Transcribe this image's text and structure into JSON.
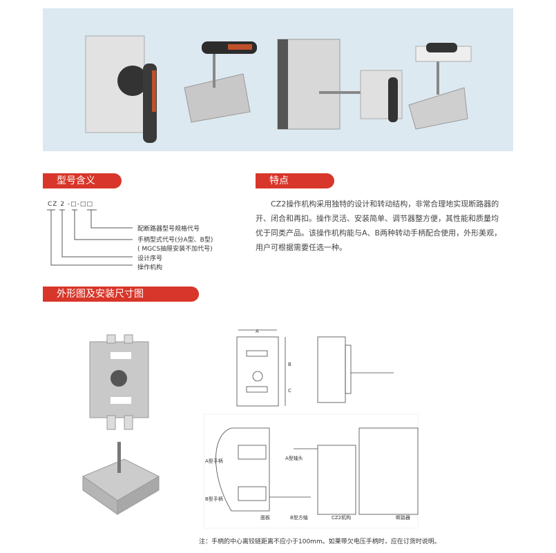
{
  "sections": {
    "model_title": "型号含义",
    "features_title": "特点",
    "drawing_title": "外形图及安装尺寸图"
  },
  "model": {
    "code_cz": "CZ",
    "code_2": "2",
    "code_rest": "-□-□□",
    "items": [
      "配断路器型号规格代号",
      "手柄型式代号(分A型、B型)",
      "( MGCS抽屉安装不加代号)",
      "设计序号",
      "操作机构"
    ]
  },
  "features": {
    "text": "CZ2操作机构采用独特的设计和转动结构，非常合理地实现断路器的开、闭合和再扣。操作灵活、安装简单、调节器整方便，其性能和质量均优于同类产品。该操作机构能与A、B两种转动手柄配合使用，外形美观，用户可根据需要任选一种。"
  },
  "drawing": {
    "dims": [
      "A",
      "B",
      "C"
    ],
    "labels": [
      "A型手柄",
      "A型轴头",
      "B型手柄",
      "面板",
      "B型方轴",
      "CZ2机构",
      "断路器"
    ]
  },
  "note": "注：手柄的中心离铰链距离不应小于100mm。如果带欠电压手柄时，应在订货时说明。",
  "colors": {
    "accent": "#d8362a",
    "hero_bg": "#dde9f1"
  }
}
